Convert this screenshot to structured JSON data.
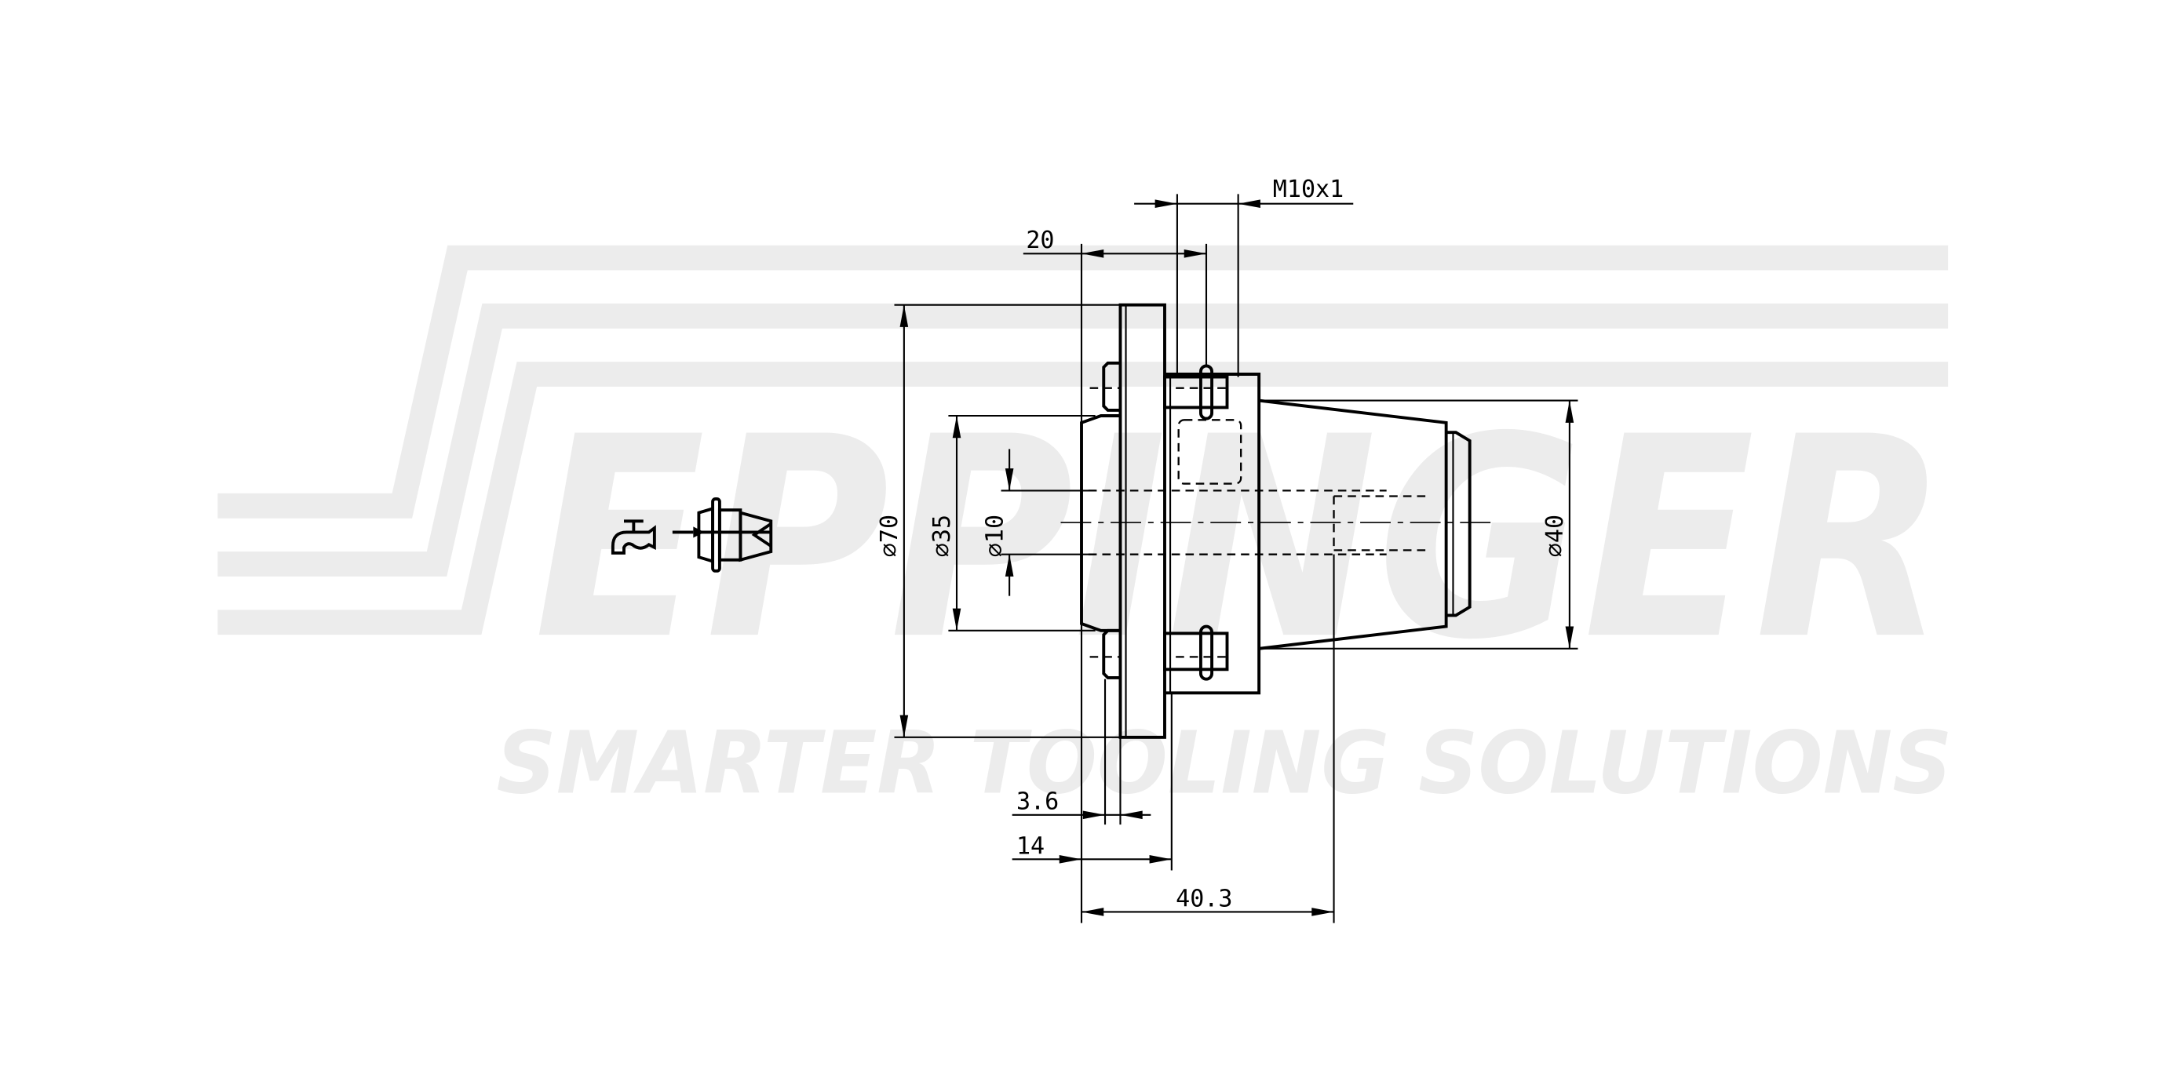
{
  "watermark": {
    "brand": "EPPINGER",
    "tagline": "SMARTER TOOLING SOLUTIONS",
    "color": "#ececec"
  },
  "dimensions": {
    "dia_70": "⌀70",
    "dia_35": "⌀35",
    "dia_10": "⌀10",
    "dia_40": "⌀40",
    "len_20": "20",
    "thread": "M10x1",
    "len_3_6": "3.6",
    "len_14": "14",
    "len_40_3": "40.3"
  },
  "icons": {
    "coolant": "water-tap-icon",
    "tool": "tool-holder-icon"
  }
}
